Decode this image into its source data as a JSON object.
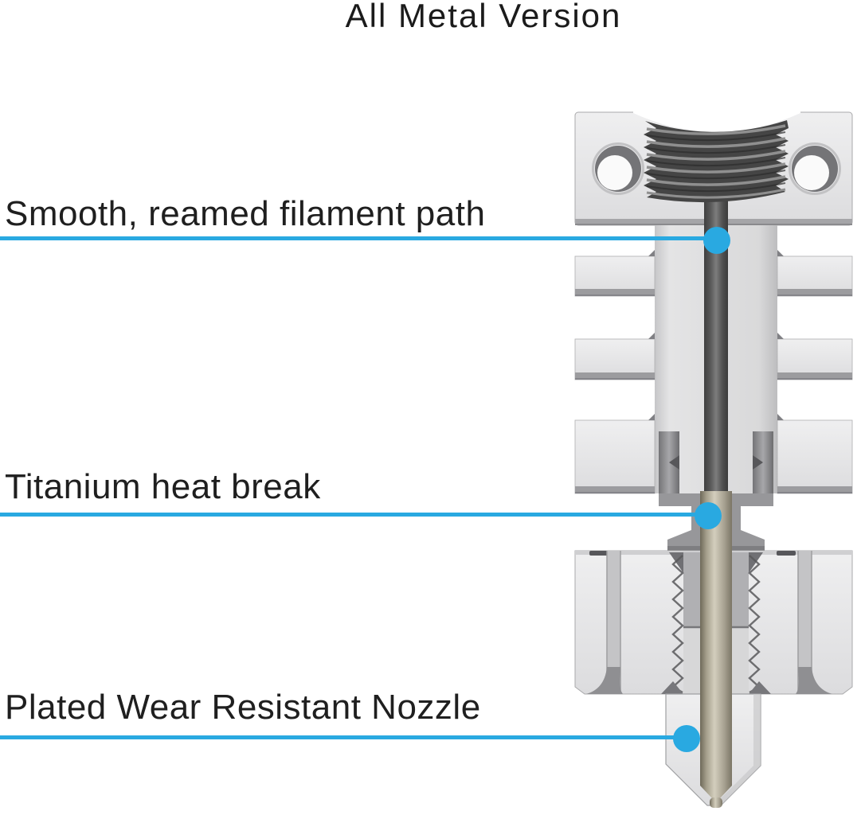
{
  "title": "All Metal Version",
  "colors": {
    "accent_blue": "#29a9e1",
    "text": "#1f1f1f",
    "metal_light": "#e4e4e5",
    "metal_mid": "#97979a",
    "metal_dark": "#454545",
    "titanium_tan": "#b0ab98"
  },
  "callouts": [
    {
      "label": "Smooth, reamed filament path",
      "target": "filament-path"
    },
    {
      "label": "Titanium heat break",
      "target": "heat-break"
    },
    {
      "label": "Plated Wear Resistant Nozzle",
      "target": "nozzle"
    }
  ]
}
